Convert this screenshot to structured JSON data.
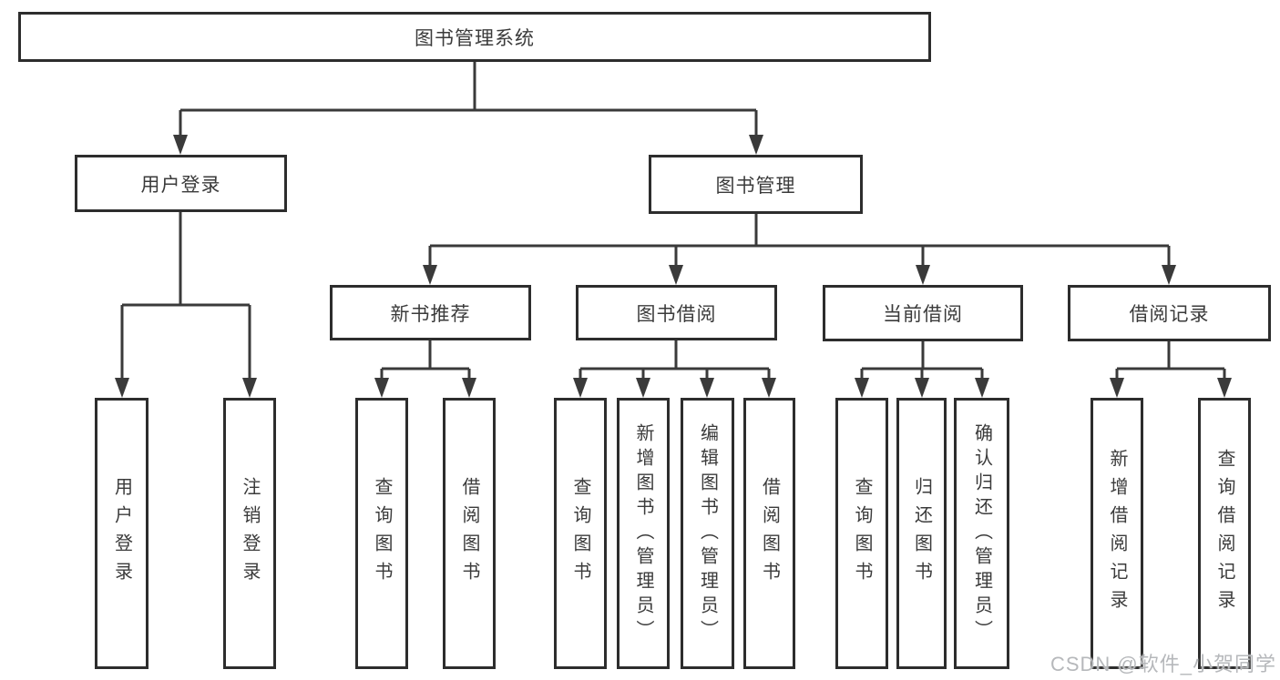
{
  "diagram": {
    "title": "图书管理系统",
    "root": {
      "label": "图书管理系统",
      "children": [
        {
          "label": "用户登录",
          "children": [
            {
              "label": "用户登录"
            },
            {
              "label": "注销登录"
            }
          ]
        },
        {
          "label": "图书管理",
          "children": [
            {
              "label": "新书推荐",
              "children": [
                {
                  "label": "查询图书"
                },
                {
                  "label": "借阅图书"
                }
              ]
            },
            {
              "label": "图书借阅",
              "children": [
                {
                  "label": "查询图书"
                },
                {
                  "label": "新增图书（管理员）"
                },
                {
                  "label": "编辑图书（管理员）"
                },
                {
                  "label": "借阅图书"
                }
              ]
            },
            {
              "label": "当前借阅",
              "children": [
                {
                  "label": "查询图书"
                },
                {
                  "label": "归还图书"
                },
                {
                  "label": "确认归还（管理员）"
                }
              ]
            },
            {
              "label": "借阅记录",
              "children": [
                {
                  "label": "新增借阅记录"
                },
                {
                  "label": "查询借阅记录"
                }
              ]
            }
          ]
        }
      ]
    }
  },
  "watermark": {
    "text": "CSDN @软件_小贺同学"
  },
  "colors": {
    "background": "#ffffff",
    "box_border": "#2d2d2d",
    "connector_line": "#3a3a3a",
    "label_text": "#3b3b3b",
    "watermark_text": "#b6b8bb"
  }
}
